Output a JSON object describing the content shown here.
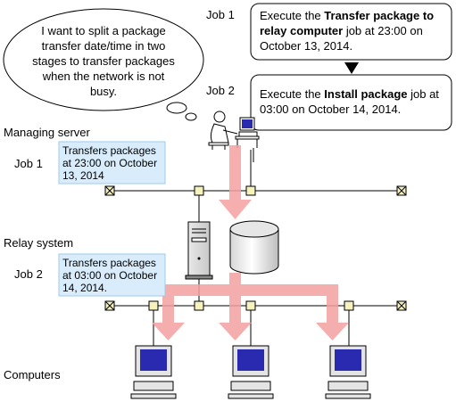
{
  "thought": {
    "lines": [
      "I want to split a package",
      "transfer date/time in two",
      "stages to transfer packages",
      "when the network is not",
      "busy."
    ]
  },
  "jobs": {
    "job1": {
      "label": "Job 1",
      "text_before": "Execute the ",
      "bold": "Transfer package to relay computer",
      "text_after": " job at 23:00 on October 13, 2014."
    },
    "job2": {
      "label": "Job 2",
      "text_before": "Execute the ",
      "bold": "Install package",
      "text_after": " job at 03:00 on October 14, 2014."
    }
  },
  "managing": {
    "title": "Managing server",
    "job_label": "Job 1",
    "note_lines": [
      "Transfers packages",
      "at 23:00 on October",
      "13, 2014"
    ]
  },
  "relay": {
    "title": "Relay system",
    "job_label": "Job 2",
    "note_lines": [
      "Transfers packages",
      "at 03:00 on October",
      "14, 2014."
    ]
  },
  "computers": {
    "title": "Computers"
  },
  "colors": {
    "arrow": "#f4a0a0",
    "note_fill": "#d8ecfb",
    "note_border": "#9ecbee",
    "node_fill": "#f5f2c0",
    "screen": "#2a2ab0"
  }
}
